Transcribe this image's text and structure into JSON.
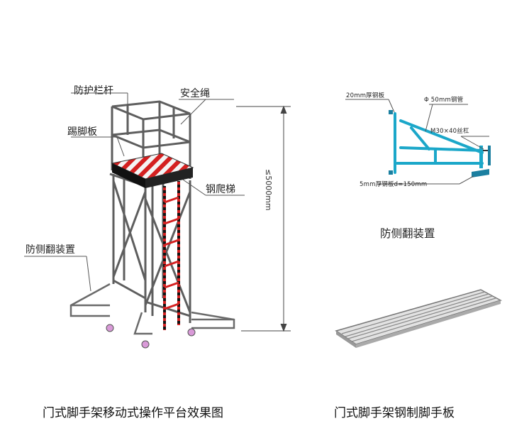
{
  "scaffold_labels": {
    "guardrail": "防护栏杆",
    "safety_rope": "安全绳",
    "toe_board": "踢脚板",
    "steel_ladder": "钢爬梯",
    "anti_tipping": "防侧翻装置",
    "height_dim": "≤5000mm"
  },
  "anti_tip_labels": {
    "plate20": "20mm厚钢板",
    "pipe": "Φ 50mm钢管",
    "screw": "M30×40丝杠",
    "plate5": "5mm厚钢板d=150mm",
    "subtitle": "防侧翻装置"
  },
  "captions": {
    "left": "门式脚手架移动式操作平台效果图",
    "right": "门式脚手架钢制脚手板"
  },
  "colors": {
    "frame": "#5a5a5a",
    "stripe_red": "#d42020",
    "cyan": "#1ba7c9",
    "ladder": "#c81818"
  }
}
